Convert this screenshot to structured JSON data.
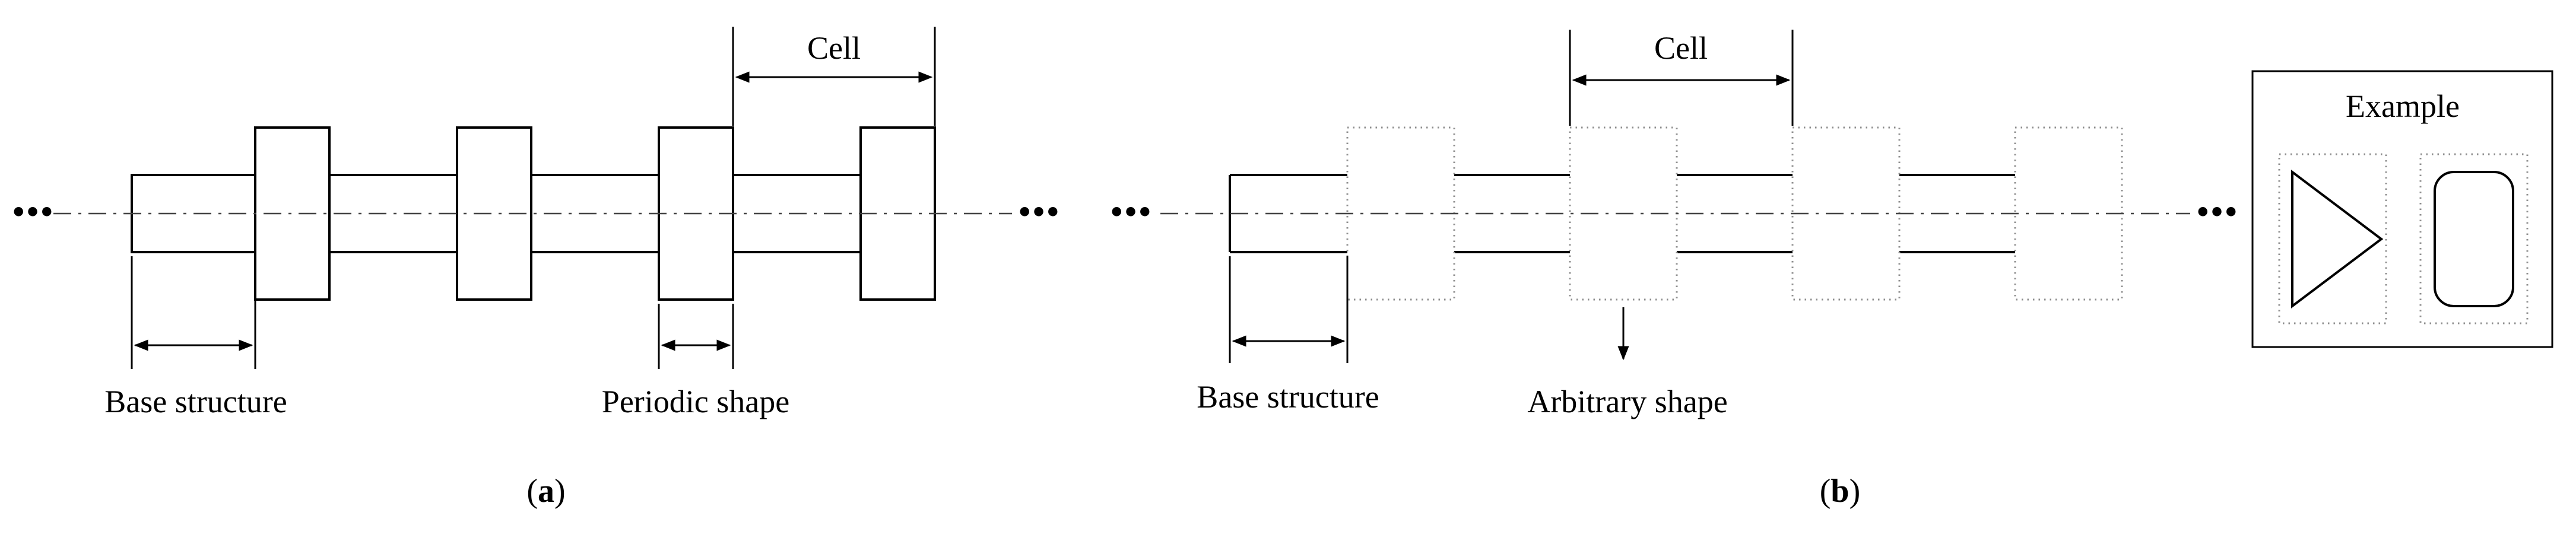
{
  "panel_a": {
    "cell_label": "Cell",
    "base_structure_label": "Base structure",
    "periodic_shape_label": "Periodic shape",
    "ellipsis_left": "...",
    "ellipsis_right": "...",
    "caption": {
      "open": "(",
      "letter": "a",
      "close": ")"
    }
  },
  "panel_b": {
    "cell_label": "Cell",
    "base_structure_label": "Base structure",
    "arbitrary_shape_label": "Arbitrary shape",
    "ellipsis_left": "...",
    "ellipsis_right": "...",
    "caption": {
      "open": "(",
      "letter": "b",
      "close": ")"
    }
  },
  "example": {
    "title": "Example"
  },
  "colors": {
    "solid_line": "#000000",
    "dotted_line": "#8f8f8f",
    "centerline": "#444444",
    "background": "#ffffff"
  }
}
